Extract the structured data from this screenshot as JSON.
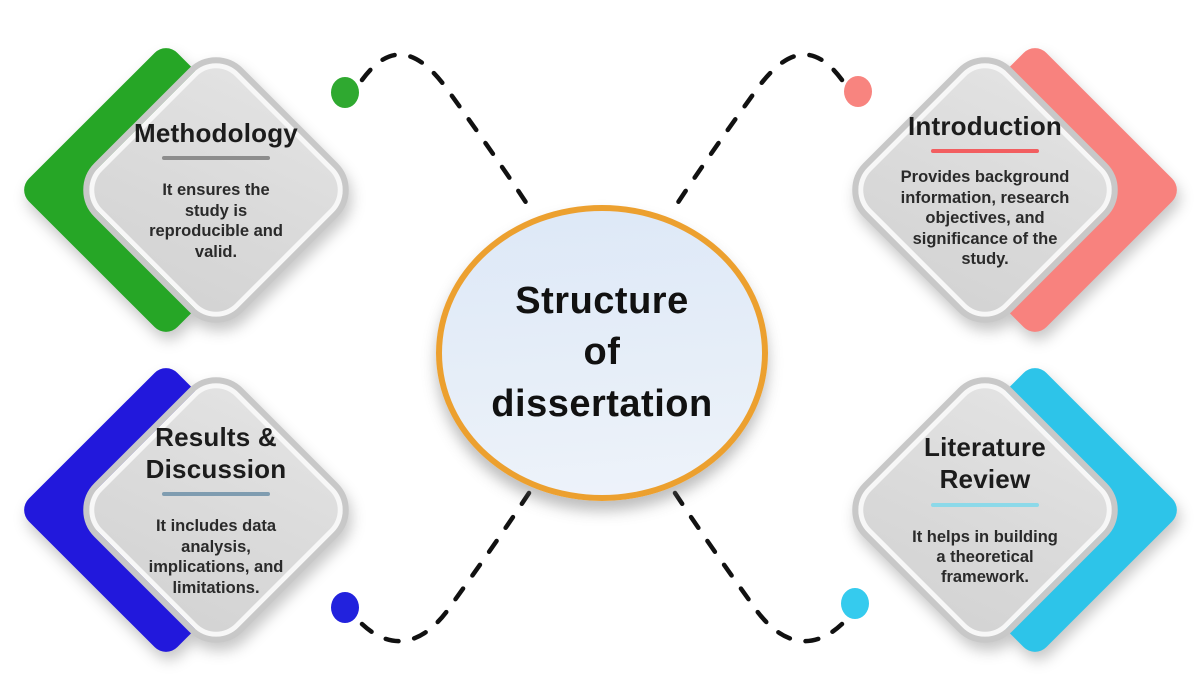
{
  "diagram": {
    "center": {
      "title": "Structure\nof\ndissertation",
      "border_color": "#eca02f",
      "fill_color": "#e4edf8"
    },
    "cards": [
      {
        "id": "methodology",
        "position": "top-left",
        "title": "Methodology",
        "description": "It ensures the\nstudy is\nreproducible and\nvalid.",
        "accent_color": "#26a626",
        "underline_color": "#8d8d8d",
        "dot_color": "#2fa930"
      },
      {
        "id": "introduction",
        "position": "top-right",
        "title": "Introduction",
        "description": "Provides background\ninformation, research\nobjectives, and\nsignificance of the\nstudy.",
        "accent_color": "#f8827e",
        "underline_color": "#f25e60",
        "dot_color": "#f8847f"
      },
      {
        "id": "results-discussion",
        "position": "bottom-left",
        "title": "Results &\nDiscussion",
        "description": "It includes data\nanalysis,\nimplications, and\nlimitations.",
        "accent_color": "#2218dc",
        "underline_color": "#7f9cb0",
        "dot_color": "#2222dd"
      },
      {
        "id": "literature-review",
        "position": "bottom-right",
        "title": "Literature\nReview",
        "description": "It helps in building\na theoretical\nframework.",
        "accent_color": "#2dc4e9",
        "underline_color": "#8cd9e9",
        "dot_color": "#35cbee"
      }
    ],
    "connector_color": "#111111"
  }
}
